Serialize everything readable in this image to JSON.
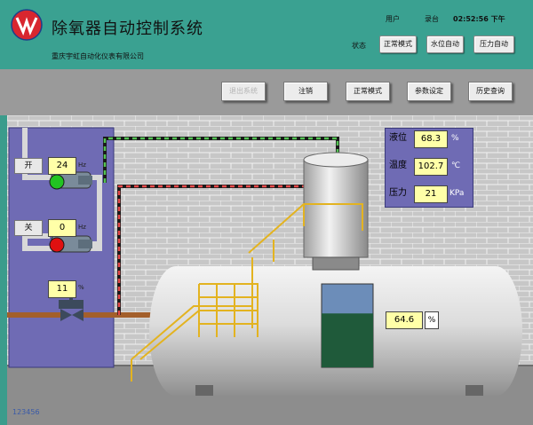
{
  "header": {
    "title": "除氧器自动控制系统",
    "company": "重庆宇虹自动化仪表有限公司",
    "user_label": "用户",
    "user_value": "录台",
    "time": "02:52:56 下午",
    "status_label": "状态",
    "status_buttons": [
      "正常模式",
      "水位自动",
      "压力自动"
    ]
  },
  "toolbar": {
    "buttons": [
      "退出系统",
      "注销",
      "正常模式",
      "参数设定",
      "历史查询"
    ]
  },
  "pumps": {
    "open_label": "开",
    "open_value": "24",
    "open_unit": "Hz",
    "close_label": "关",
    "close_value": "0",
    "close_unit": "Hz",
    "valve_value": "11",
    "valve_unit": "%"
  },
  "params": {
    "level_label": "液位",
    "level_value": "68.3",
    "level_unit": "%",
    "temp_label": "温度",
    "temp_value": "102.7",
    "temp_unit": "℃",
    "pressure_label": "压力",
    "pressure_value": "21",
    "pressure_unit": "KPa"
  },
  "tank": {
    "level_value": "64.6",
    "level_unit": "%",
    "fill_fraction": 0.646
  },
  "footer": {
    "tag": "123456"
  },
  "colors": {
    "header_bg": "#3aa191",
    "panel_bg": "#6f6bb4",
    "value_bg": "#ffffa8",
    "pump_on": "#22c322",
    "pump_off": "#e01010",
    "water": "#1f5a3a"
  }
}
